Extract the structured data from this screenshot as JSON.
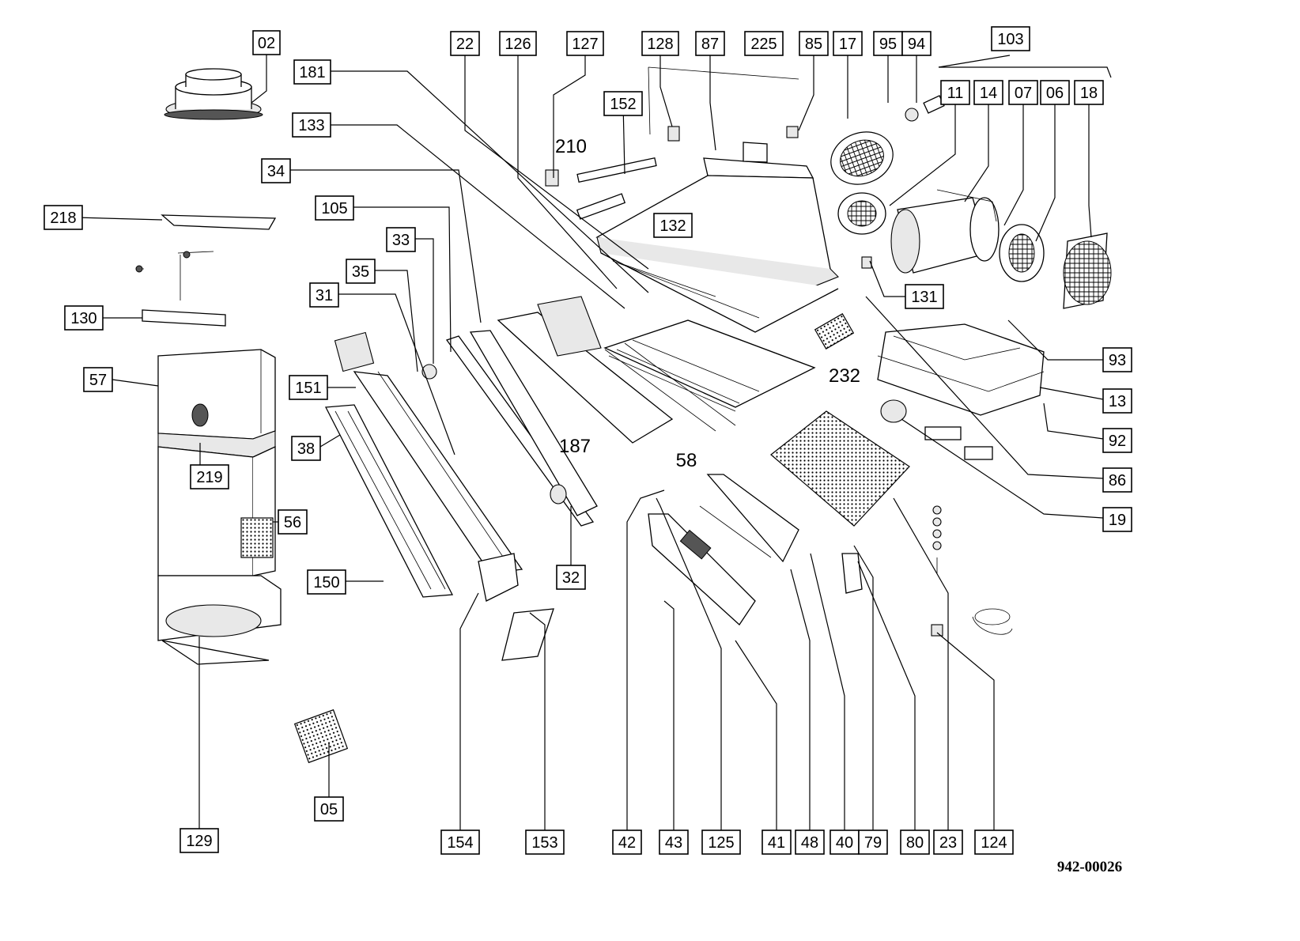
{
  "diagram": {
    "reference_code": "942-00026",
    "boxed_labels": [
      "02",
      "22",
      "126",
      "127",
      "128",
      "87",
      "225",
      "85",
      "17",
      "95",
      "94",
      "103",
      "181",
      "133",
      "152",
      "11",
      "14",
      "07",
      "06",
      "18",
      "34",
      "105",
      "218",
      "33",
      "132",
      "35",
      "31",
      "130",
      "131",
      "93",
      "57",
      "151",
      "13",
      "38",
      "92",
      "219",
      "86",
      "56",
      "19",
      "150",
      "32",
      "154",
      "153",
      "42",
      "43",
      "125",
      "41",
      "48",
      "40",
      "79",
      "80",
      "23",
      "124",
      "05",
      "129"
    ],
    "free_labels": [
      "210",
      "187",
      "58",
      "232"
    ]
  }
}
